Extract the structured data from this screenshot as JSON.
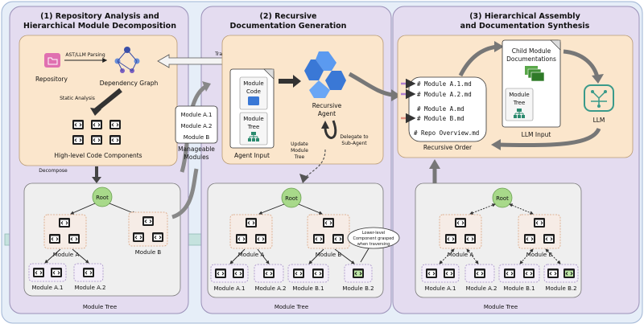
{
  "panels": {
    "p1_title_line1": "(1) Repository Analysis and",
    "p1_title_line2": "Hierarchical Module Decomposition",
    "p2_title_line1": "(2) Recursive",
    "p2_title_line2": "Documentation Generation",
    "p3_title_line1": "(3) Hierarchical Assembly",
    "p3_title_line2": "and Documentation Synthesis"
  },
  "panel1": {
    "repository": "Repository",
    "ast_parsing": "AST/LLM Parsing",
    "dependency_graph": "Dependency Graph",
    "static_analysis": "Static Analysis",
    "components": "High-level Code Components",
    "decompose": "Decompose"
  },
  "connector": {
    "traverse_graph": "Traverse Graph",
    "modules": [
      "Module A.1",
      "Module A.2",
      "Module B"
    ],
    "manageable_line1": "Manageable",
    "manageable_line2": "Modules"
  },
  "panel2": {
    "module_code_line1": "Module",
    "module_code_line2": "Code",
    "module_tree_line1": "Module",
    "module_tree_line2": "Tree",
    "agent_input": "Agent Input",
    "recursive_line1": "Recursive",
    "recursive_line2": "Agent",
    "delegate_line1": "Delegate to",
    "delegate_line2": "Sub-Agent",
    "update_line1": "Update",
    "update_line2": "Module",
    "update_line3": "Tree"
  },
  "panel3": {
    "md_files": [
      "# Module A.1.md",
      "# Module A.2.md",
      "# Module A.md",
      "# Module B.md",
      "# Repo Overview.md"
    ],
    "recursive_order": "Recursive Order",
    "child_docs_line1": "Child Module",
    "child_docs_line2": "Documentations",
    "module_tree_line1": "Module",
    "module_tree_line2": "Tree",
    "llm_input": "LLM Input",
    "llm": "LLM"
  },
  "tree": {
    "root": "Root",
    "module_a": "Module A",
    "module_b": "Module B",
    "module_a1": "Module A.1",
    "module_a2": "Module A.2",
    "module_b1": "Module B.1",
    "module_b2": "Module B.2",
    "caption": "Module Tree",
    "lower_level_line1": "Lower-level",
    "lower_level_line2": "Component grasped",
    "lower_level_line3": "when traversing"
  },
  "colors": {
    "panel_bg": "#e3ddf0",
    "outer_bg": "#e6eef8",
    "peach": "#fbe6cc",
    "tree_box": "#efefef",
    "root": "#a8d98a",
    "axis": "#bfe0dc"
  }
}
